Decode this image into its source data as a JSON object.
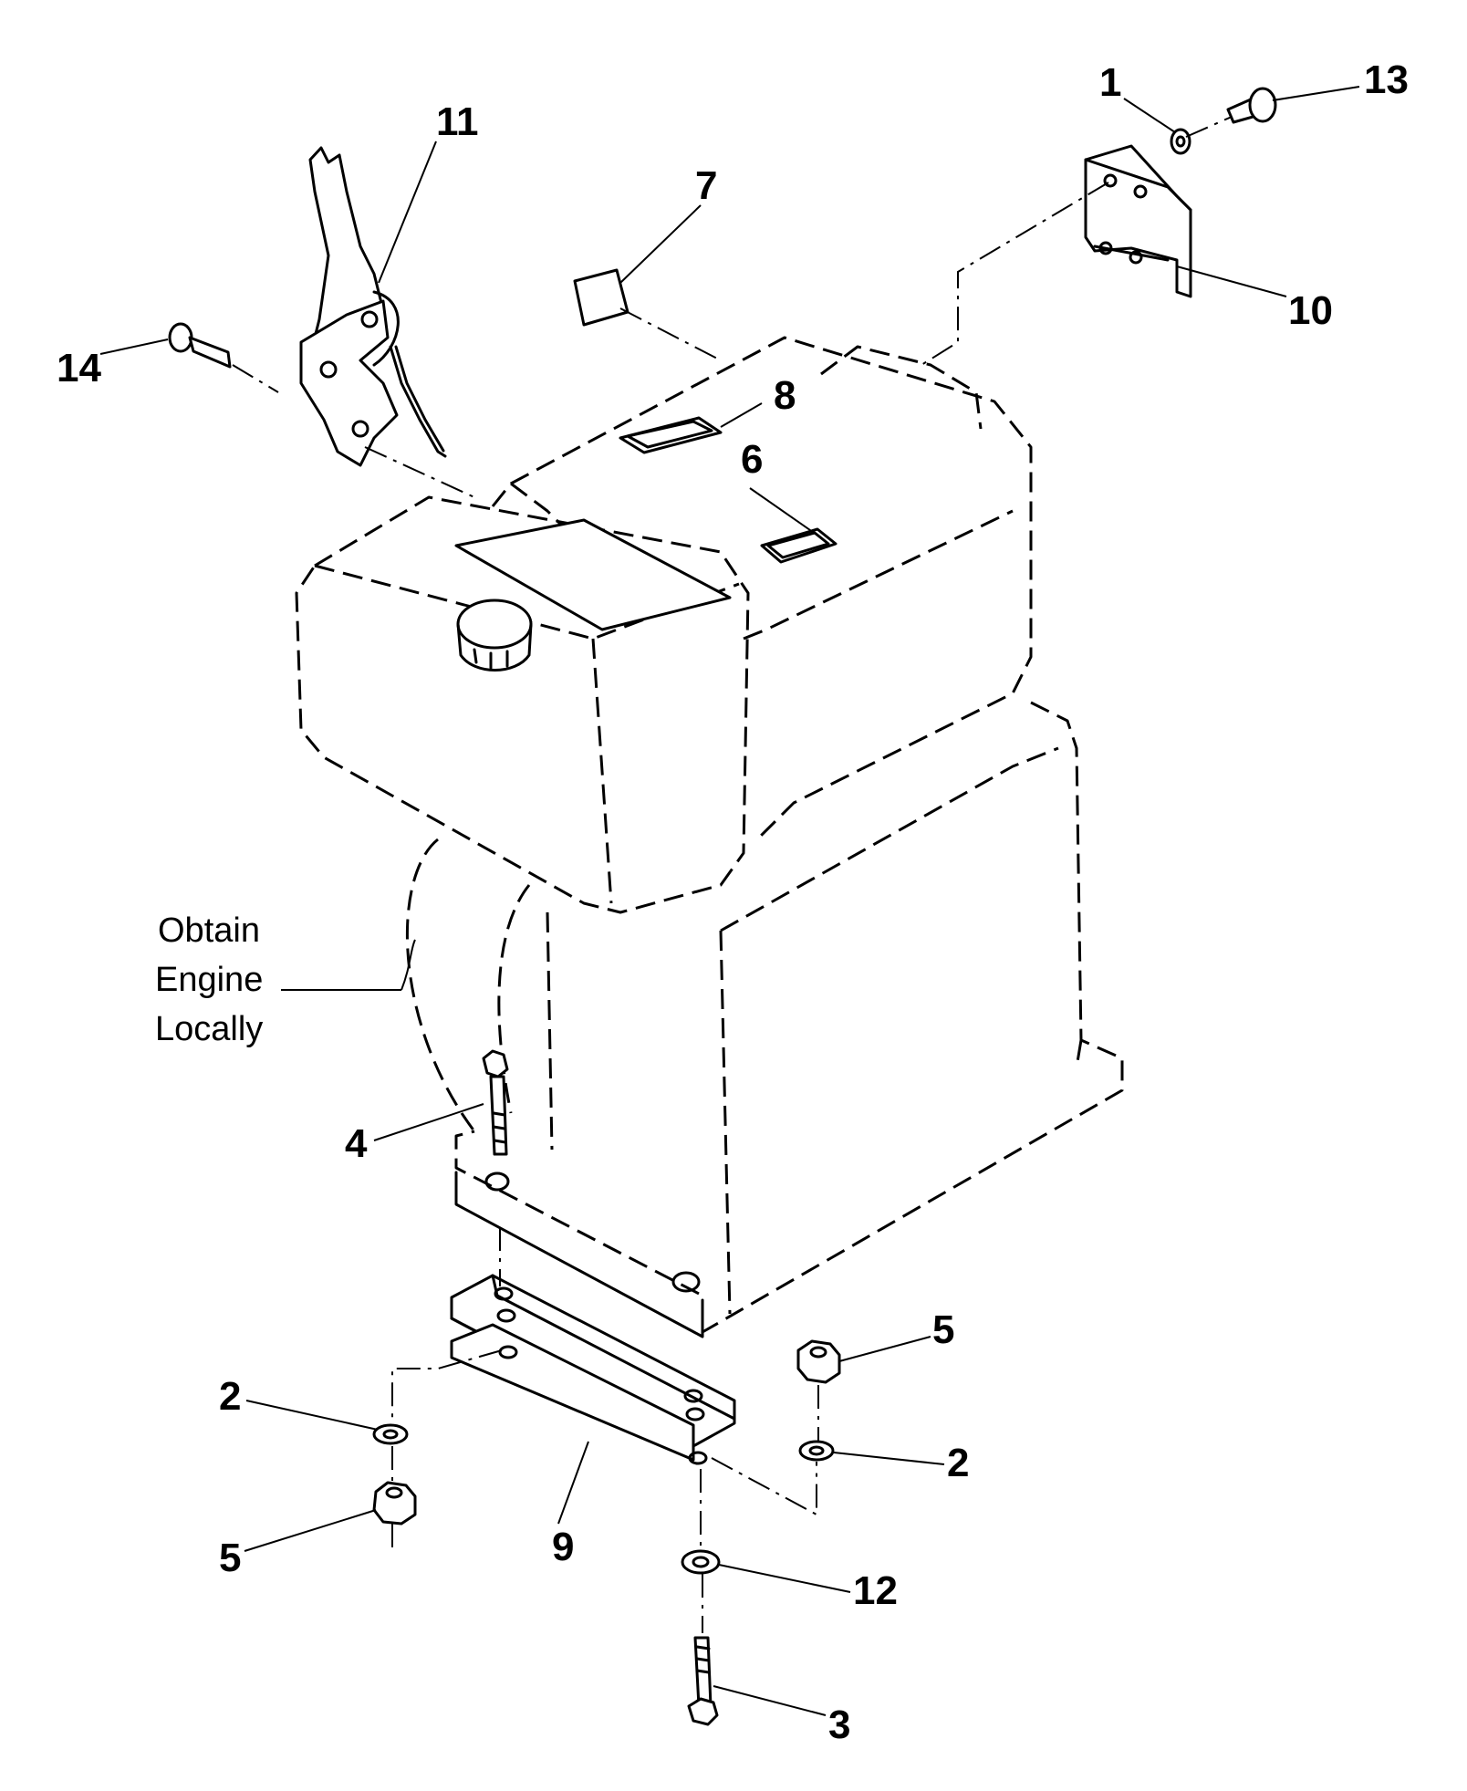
{
  "note": {
    "line1": "Obtain",
    "line2": "Engine",
    "line3": "Locally"
  },
  "callouts": {
    "c1": "1",
    "c2a": "2",
    "c2b": "2",
    "c3": "3",
    "c4": "4",
    "c5a": "5",
    "c5b": "5",
    "c6": "6",
    "c7": "7",
    "c8": "8",
    "c9": "9",
    "c10": "10",
    "c11": "11",
    "c12": "12",
    "c13": "13",
    "c14": "14"
  }
}
